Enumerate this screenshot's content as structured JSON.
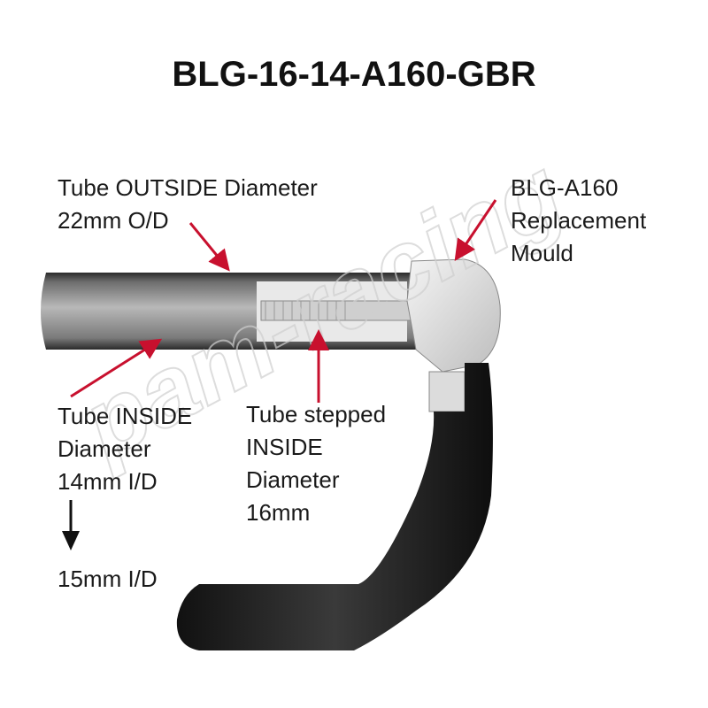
{
  "title": "BLG-16-14-A160-GBR",
  "labels": {
    "outside": [
      "Tube OUTSIDE Diameter",
      "22mm O/D"
    ],
    "mould": [
      "BLG-A160",
      "Replacement",
      "Mould"
    ],
    "inside": [
      "Tube INSIDE",
      "Diameter",
      "14mm I/D"
    ],
    "inside_alt": "15mm I/D",
    "stepped": [
      "Tube stepped",
      "INSIDE",
      "Diameter",
      "16mm"
    ]
  },
  "watermark": "pam-racing",
  "colors": {
    "arrow": "#c8102e",
    "lever": "#1b1b1b",
    "tube": "#8a8a8a"
  }
}
